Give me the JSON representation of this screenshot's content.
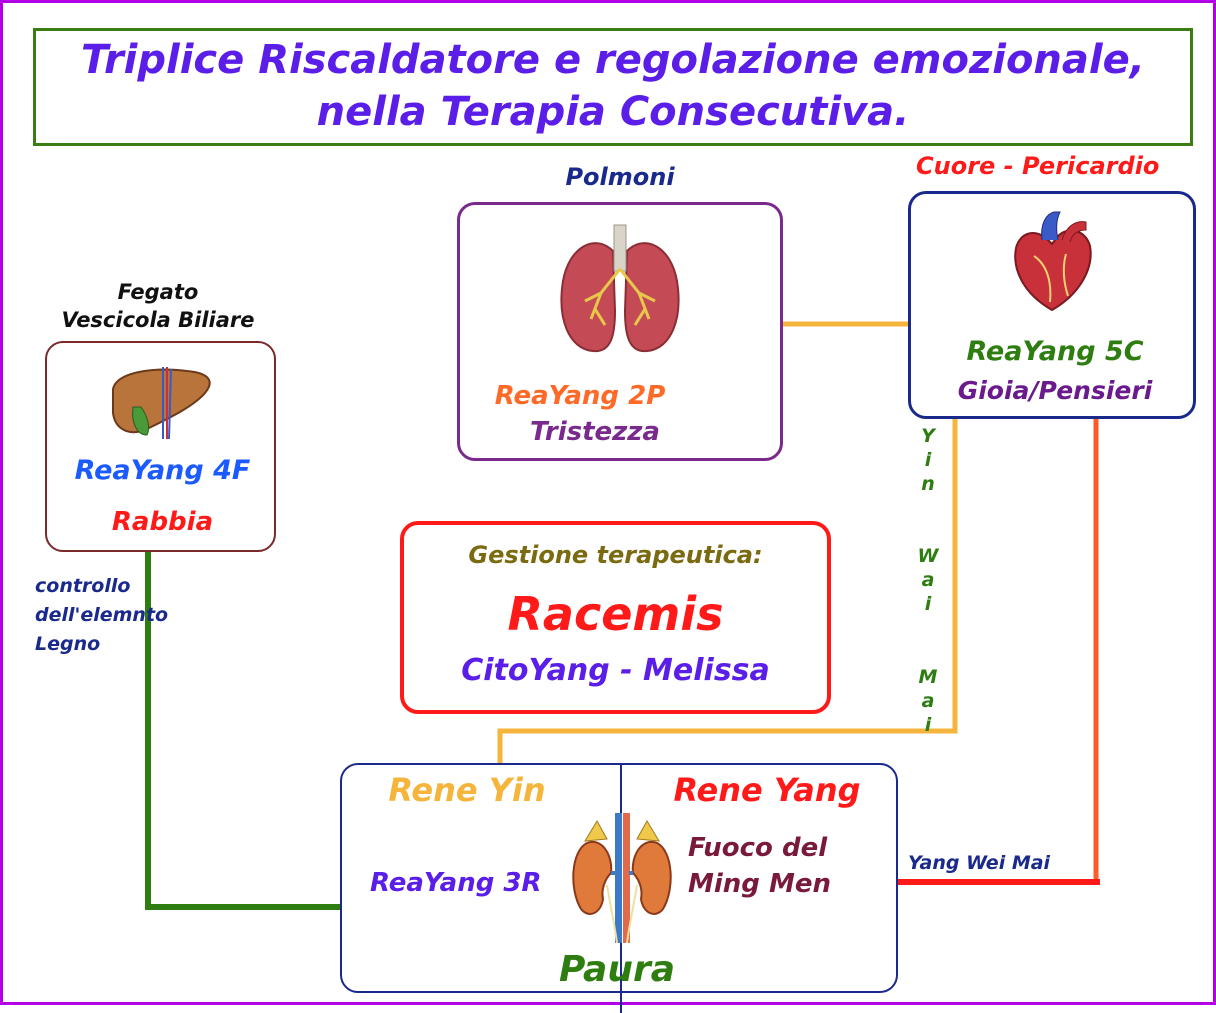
{
  "title": {
    "line1": "Triplice Riscaldatore e regolazione emozionale,",
    "line2": "nella Terapia Consecutiva."
  },
  "polmoni": {
    "header": "Polmoni",
    "remedy": "ReaYang 2P",
    "emotion": "Tristezza"
  },
  "cuore": {
    "header": "Cuore - Pericardio",
    "remedy": "ReaYang 5C",
    "emotion": "Gioia/Pensieri"
  },
  "fegato": {
    "header_line1": "Fegato",
    "header_line2": "Vescicola Biliare",
    "remedy": "ReaYang 4F",
    "emotion": "Rabbia"
  },
  "control_note": {
    "line1": "controllo",
    "line2": "dell'elemnto",
    "line3": "Legno"
  },
  "gestione": {
    "label": "Gestione terapeutica:",
    "main": "Racemis",
    "sub": "CitoYang - Melissa"
  },
  "yin_wei_mai": [
    "Y",
    "i",
    "n",
    "W",
    "a",
    "i",
    "M",
    "a",
    "i"
  ],
  "yang_wei_mai": "Yang Wei Mai",
  "rene": {
    "yin_label": "Rene Yin",
    "yang_label": "Rene Yang",
    "remedy": "ReaYang 3R",
    "fire_line1": "Fuoco del",
    "fire_line2": "Ming Men",
    "emotion": "Paura"
  },
  "icons": [
    "lungs-icon",
    "heart-icon",
    "liver-icon",
    "kidneys-icon"
  ],
  "colors": {
    "frame": "#b400e6",
    "title": "#5a1ee8",
    "green": "#3a7d12",
    "orange_line": "#f5b53c",
    "red": "#ff1a1a",
    "purple": "#7a2a8c",
    "navy": "#1a2a8c"
  }
}
